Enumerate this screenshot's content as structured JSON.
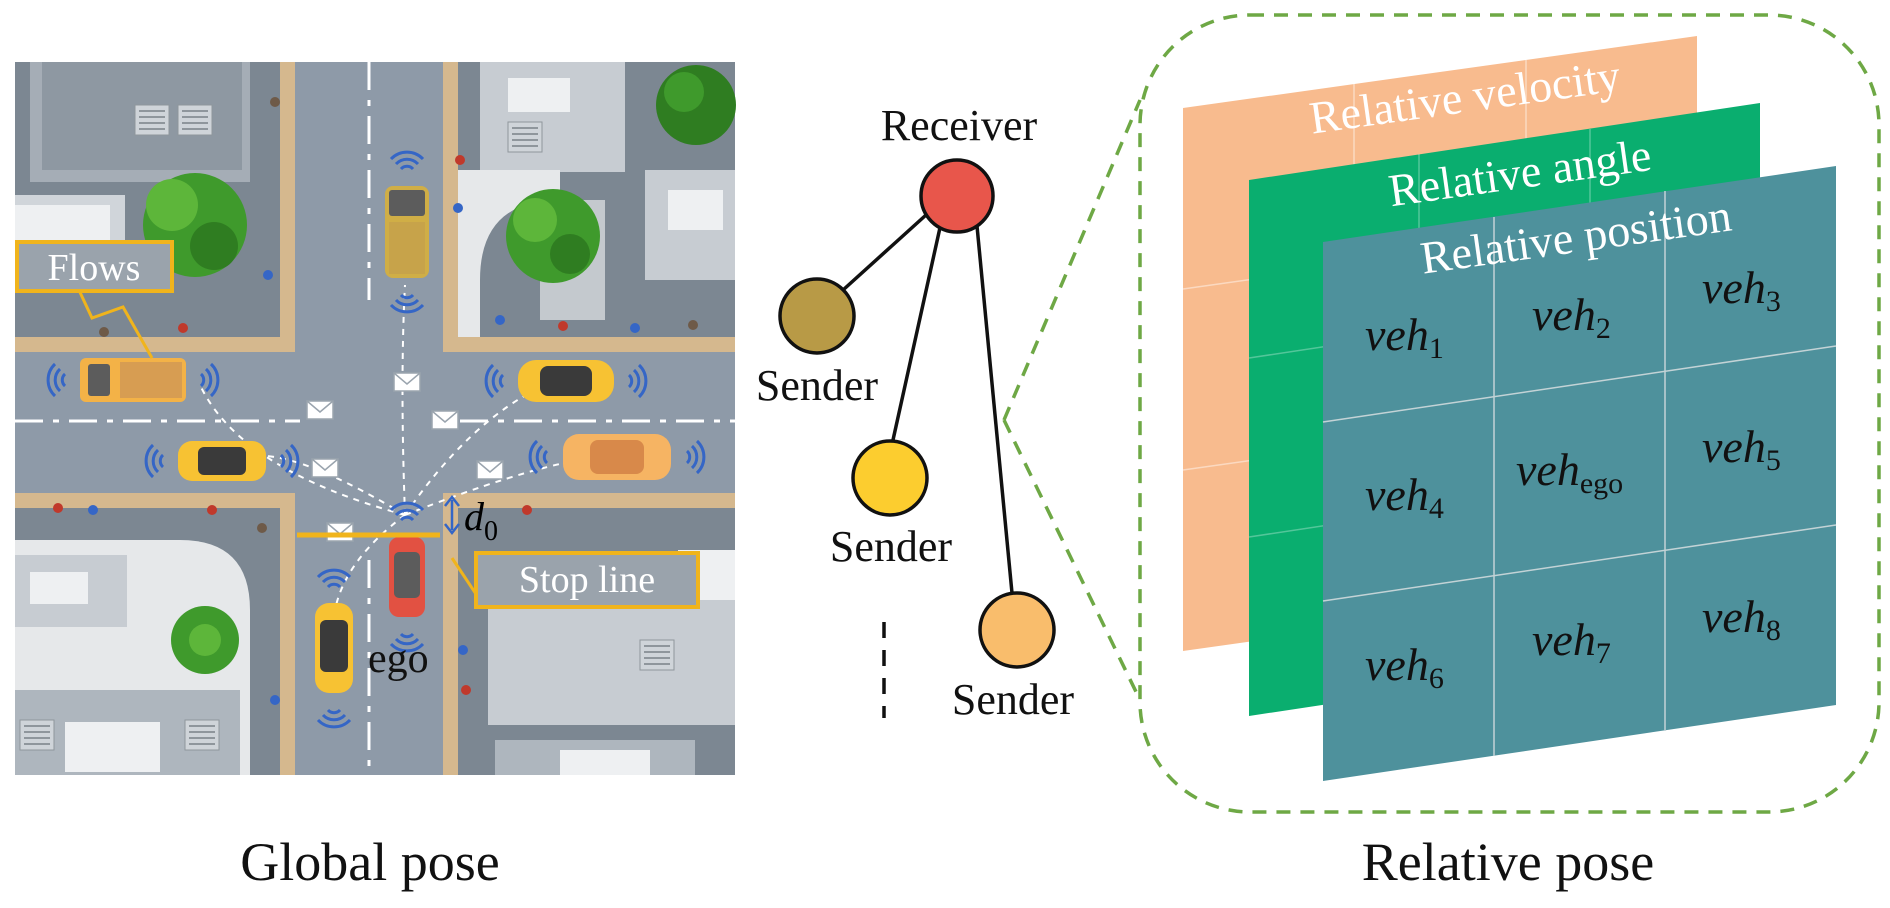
{
  "global_pose": {
    "caption": "Global pose",
    "labels": {
      "flows": "Flows",
      "stop_line": "Stop line",
      "ego": "ego",
      "distance_symbol": "d",
      "distance_subscript": "0"
    }
  },
  "communication_graph": {
    "receiver": {
      "label": "Receiver",
      "color": "#e8564b"
    },
    "senders": [
      {
        "label": "Sender",
        "color": "#b89a46"
      },
      {
        "label": "Sender",
        "color": "#fccd2f"
      },
      {
        "label": "Sender",
        "color": "#f9bd6c"
      }
    ]
  },
  "relative_pose": {
    "caption": "Relative pose",
    "layers": [
      {
        "label": "Relative velocity",
        "color": "#f8bb8e"
      },
      {
        "label": "Relative angle",
        "color": "#0aae6f"
      },
      {
        "label": "Relative position",
        "color": "#4e919c"
      }
    ],
    "cells": [
      {
        "base": "veh",
        "sub": "1"
      },
      {
        "base": "veh",
        "sub": "2"
      },
      {
        "base": "veh",
        "sub": "3"
      },
      {
        "base": "veh",
        "sub": "4"
      },
      {
        "base": "veh",
        "sub": "ego"
      },
      {
        "base": "veh",
        "sub": "5"
      },
      {
        "base": "veh",
        "sub": "6"
      },
      {
        "base": "veh",
        "sub": "7"
      },
      {
        "base": "veh",
        "sub": "8"
      }
    ]
  },
  "colors": {
    "frame": "#6ea845",
    "road": "#8e9aa8",
    "sidewalk": "#d5b88e",
    "tree": "#3f9a2c",
    "callout": "#f0b41c",
    "wifi": "#3566c6"
  }
}
